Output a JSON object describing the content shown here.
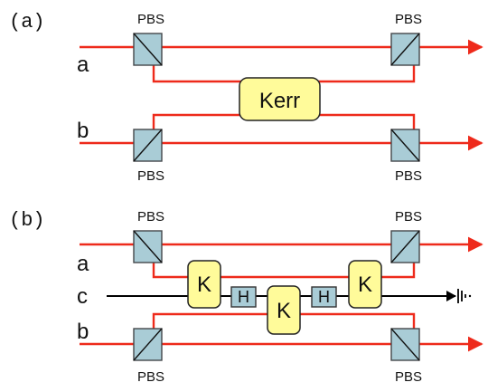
{
  "panels": {
    "a": {
      "tag": "(a)",
      "mode_labels": {
        "a": "a",
        "b": "b"
      },
      "pbs_labels": [
        "PBS",
        "PBS",
        "PBS",
        "PBS"
      ],
      "kerr_label": "Kerr"
    },
    "b": {
      "tag": "(b)",
      "mode_labels": {
        "a": "a",
        "b": "b",
        "c": "c"
      },
      "pbs_labels": [
        "PBS",
        "PBS",
        "PBS",
        "PBS"
      ],
      "kerr_labels": [
        "K",
        "K",
        "K"
      ],
      "hadamard_labels": [
        "H",
        "H"
      ]
    }
  },
  "colors": {
    "beam": "#ee2a1b",
    "pbs_fill": "#a9ccd6",
    "kerr_fill": "#fffb9a",
    "h_fill": "#a9ccd6",
    "wire": "#000000"
  },
  "icons": {
    "measurement": "ground-detector-icon",
    "arrow": "arrowhead-icon"
  }
}
